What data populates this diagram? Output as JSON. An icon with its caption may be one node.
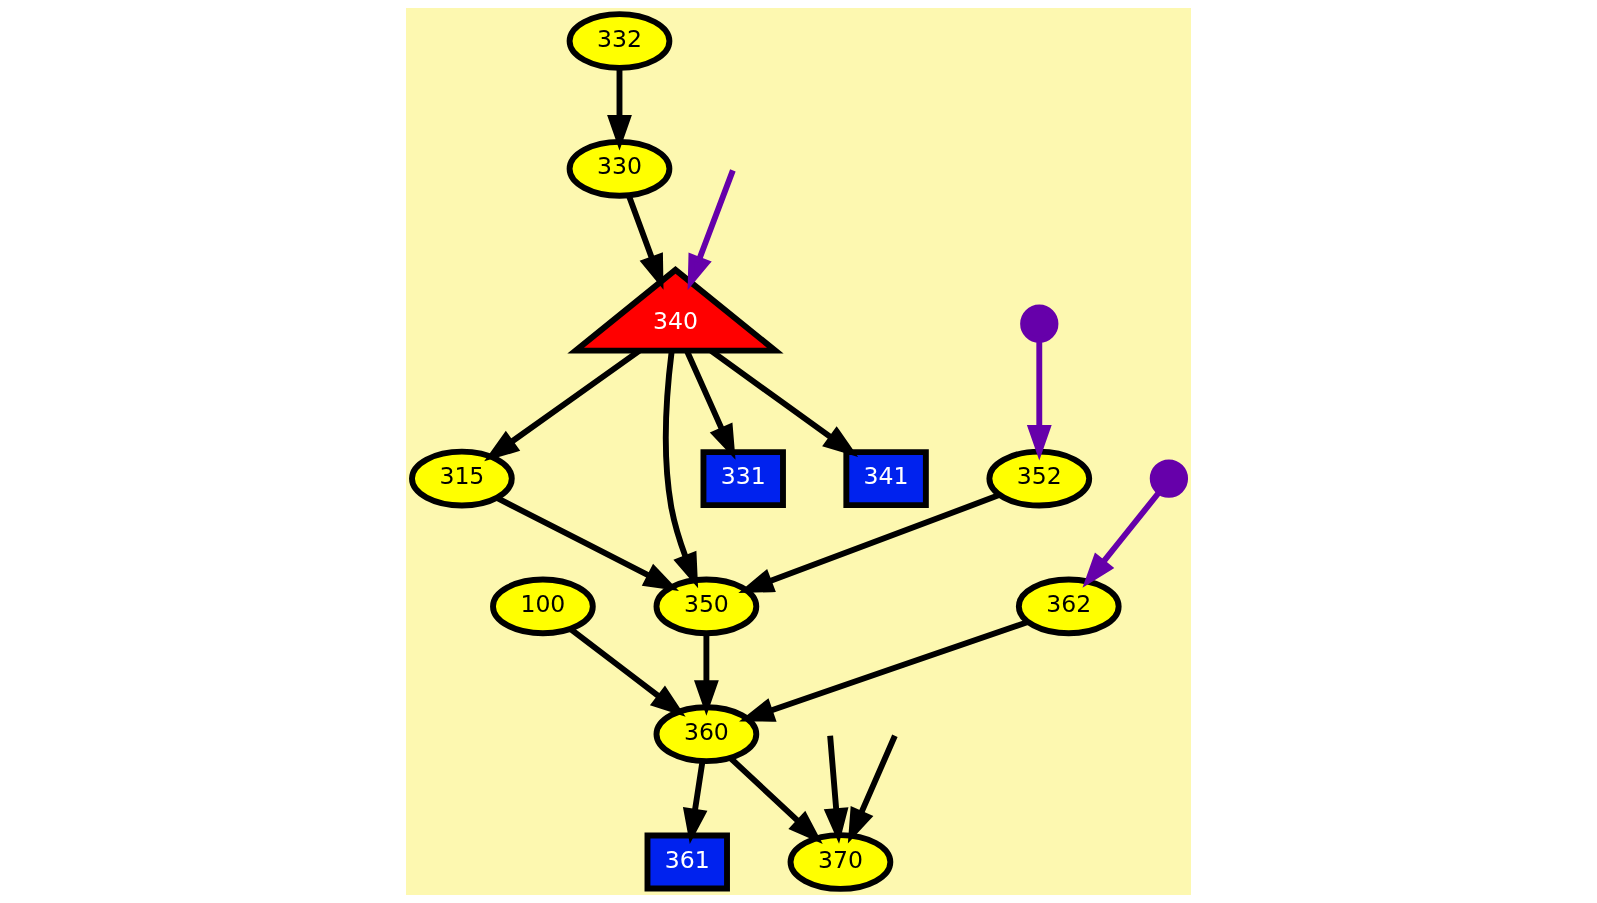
{
  "diagram": {
    "nodes": [
      {
        "text": [
          "100"
        ]
      },
      {
        "text": [
          "315"
        ]
      },
      {
        "text": [
          "330"
        ]
      },
      {
        "text": [
          "340"
        ]
      },
      {
        "text": [
          "350"
        ]
      },
      {
        "text": [
          "360"
        ]
      },
      {
        "text": [
          "362"
        ]
      },
      {
        "text": [
          "332"
        ]
      },
      {
        "text": [
          "331"
        ]
      },
      {
        "text": [
          "341"
        ]
      },
      {
        "text": [
          "352"
        ]
      },
      {
        "text": [
          "361"
        ]
      },
      {
        "text": [
          "370"
        ]
      },
      {
        "text": [],
        "shape": "circle"
      },
      {
        "text": [],
        "shape": "circle"
      }
    ],
    "edges": [
      {
        "from": null,
        "to": 3,
        "arrow": "to",
        "color": "#6600aa"
      },
      {
        "from": 0,
        "to": 5,
        "arrow": "to"
      },
      {
        "from": 3,
        "to": 1,
        "arrow": "to"
      },
      {
        "from": 2,
        "to": 3,
        "arrow": "to"
      },
      {
        "from": 7,
        "to": 2,
        "arrow": "to"
      },
      {
        "from": 1,
        "to": 4,
        "arrow": "to"
      },
      {
        "from": 3,
        "to": 4,
        "arrow": "to"
      },
      {
        "from": 4,
        "to": 5,
        "arrow": "to"
      },
      {
        "from": 6,
        "to": 5,
        "arrow": "to"
      },
      {
        "from": 3,
        "to": 8,
        "arrow": "to"
      },
      {
        "from": 3,
        "to": 9,
        "arrow": "to"
      },
      {
        "from": 10,
        "to": 4,
        "arrow": "to"
      },
      {
        "from": 5,
        "to": 11,
        "arrow": "to"
      },
      {
        "from": 5,
        "to": 12,
        "arrow": "to"
      },
      {
        "from": 14,
        "to": 6,
        "arrow": "to",
        "color": "#6600aa"
      },
      {
        "from": 13,
        "to": 10,
        "arrow": "to",
        "color": "#6600aa"
      },
      {
        "from": null,
        "to": 12,
        "arrow": "to"
      },
      {
        "from": null,
        "to": 12,
        "arrow": "to"
      }
    ]
  }
}
